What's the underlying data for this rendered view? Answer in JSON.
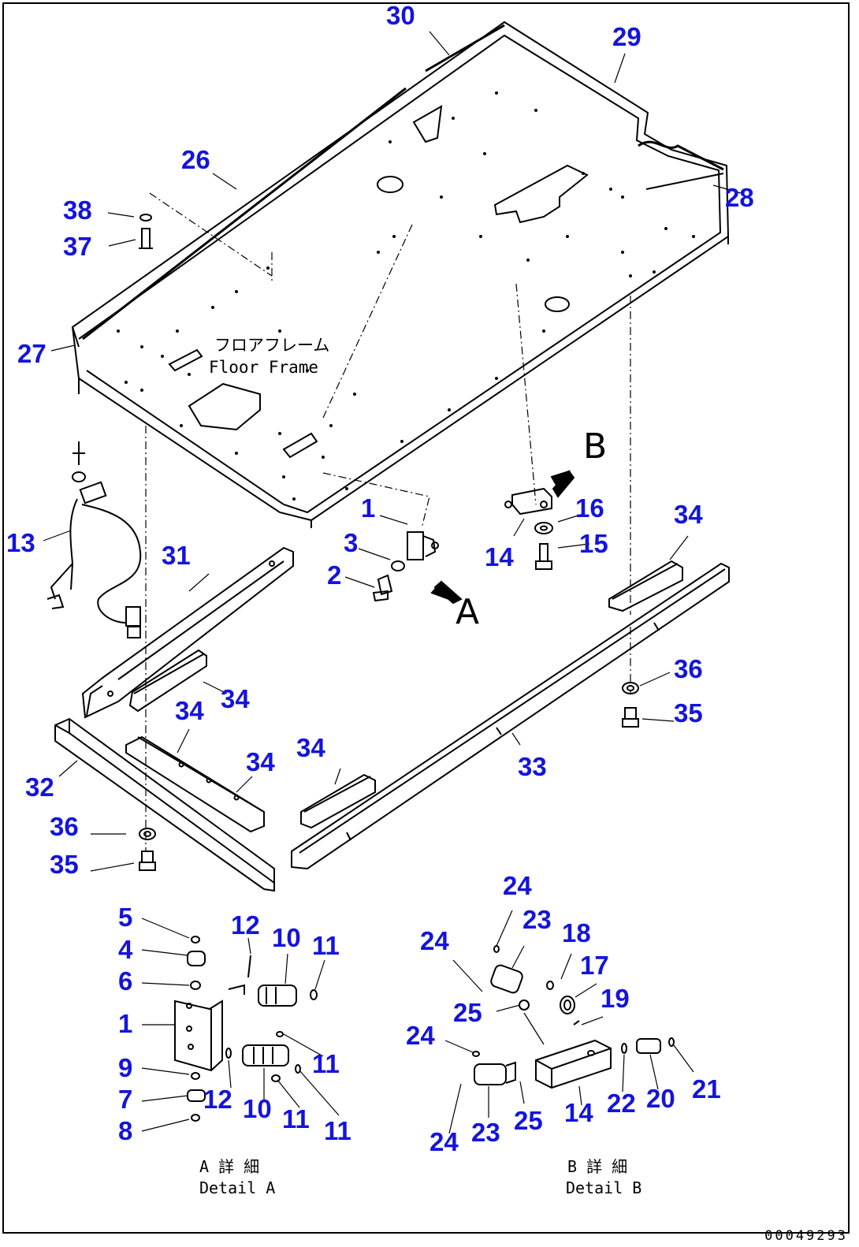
{
  "colors": {
    "callout": "#1414dc",
    "line": "#000000",
    "background": "#ffffff"
  },
  "callouts": {
    "c30": "30",
    "c29": "29",
    "c28": "28",
    "c26": "26",
    "c38": "38",
    "c37": "37",
    "c27": "27",
    "c13": "13",
    "c31": "31",
    "c1a": "1",
    "c3": "3",
    "c2": "2",
    "c14a": "14",
    "c16": "16",
    "c15": "15",
    "c34a": "34",
    "c34b": "34",
    "c34c": "34",
    "c34d": "34",
    "c34e": "34",
    "c36a": "36",
    "c35a": "35",
    "c32": "32",
    "c33": "33",
    "c36b": "36",
    "c35b": "35",
    "a5": "5",
    "a4": "4",
    "a6": "6",
    "a1": "1",
    "a9": "9",
    "a7": "7",
    "a8": "8",
    "a12a": "12",
    "a10a": "10",
    "a11a": "11",
    "a11b": "11",
    "a12b": "12",
    "a10b": "10",
    "a11c": "11",
    "a11d": "11",
    "b24a": "24",
    "b23a": "23",
    "b18": "18",
    "b24b": "24",
    "b17": "17",
    "b19": "19",
    "b25a": "25",
    "b24c": "24",
    "b22": "22",
    "b20": "20",
    "b21": "21",
    "b24d": "24",
    "b23b": "23",
    "b25b": "25",
    "b14": "14"
  },
  "labels": {
    "floor_frame_jp": "フロアフレーム",
    "floor_frame_en": "Floor Frame",
    "view_a": "A",
    "view_b": "B",
    "detail_a_jp": "A 詳 細",
    "detail_a_en": "Detail A",
    "detail_b_jp": "B 詳 細",
    "detail_b_en": "Detail B"
  },
  "drawing_number": "00049293"
}
